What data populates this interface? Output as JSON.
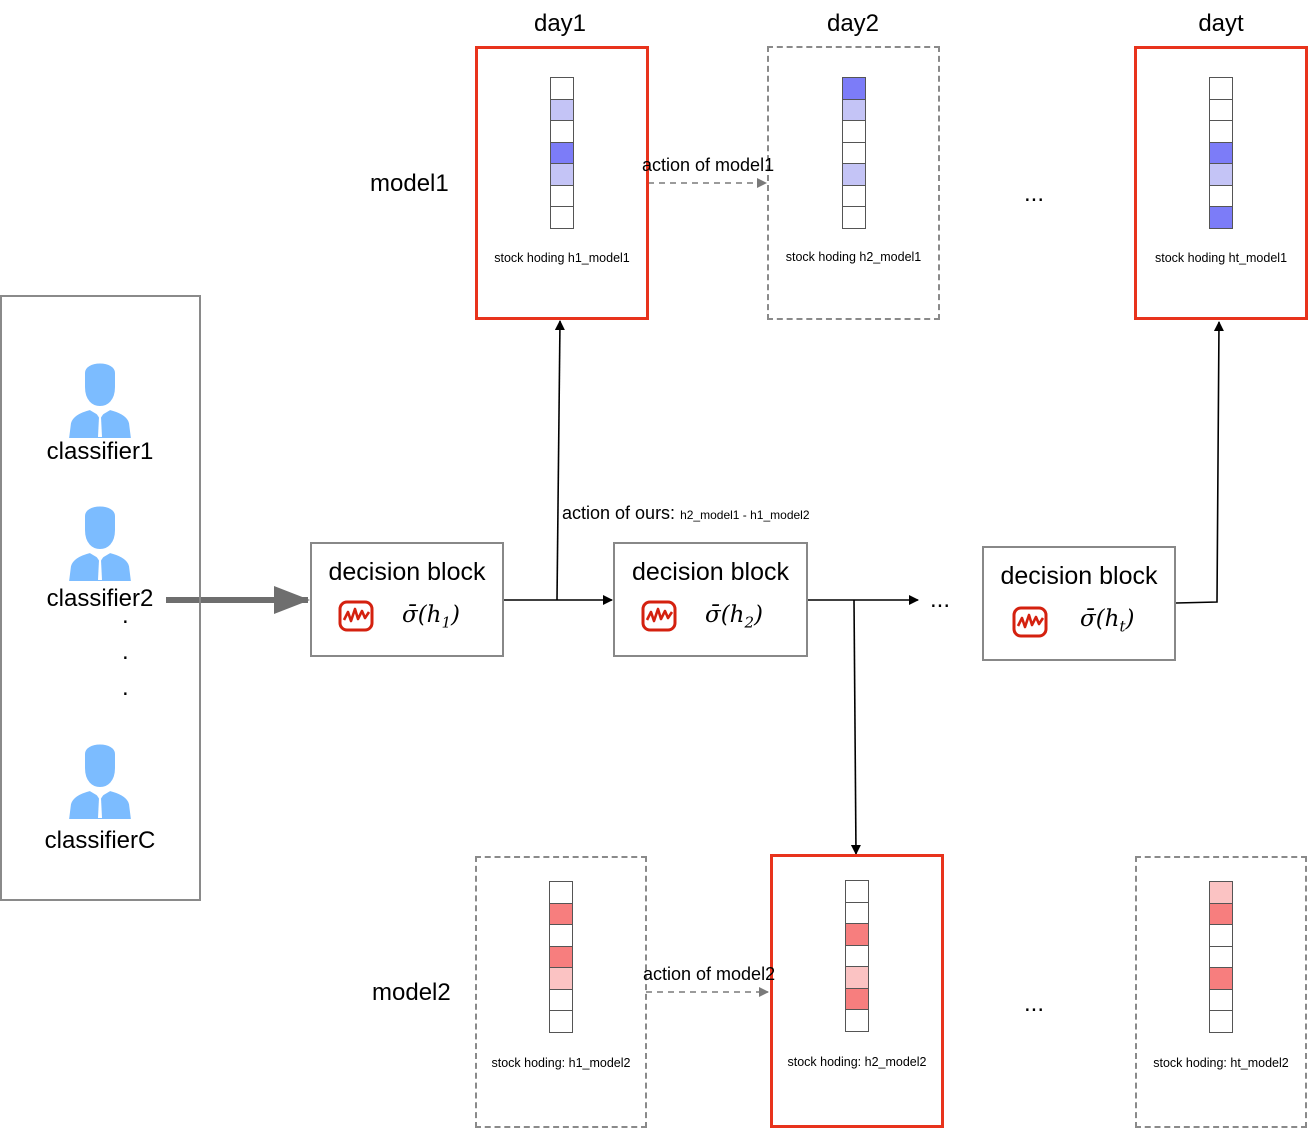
{
  "days": [
    "day1",
    "day2",
    "dayt"
  ],
  "models": [
    "model1",
    "model2"
  ],
  "ellipsis": "...",
  "colors": {
    "active_border": "#e8331c",
    "inactive_border": "#8a8a8a",
    "blue_dark": "#7c7cf8",
    "blue_light": "#c4c4f6",
    "red_dark": "#f77e7e",
    "red_light": "#fbc3c3",
    "person": "#7cbcff"
  },
  "model1_boxes": [
    {
      "caption": "stock hoding h1_model1",
      "active": true,
      "cells": [
        "empty",
        "light",
        "empty",
        "dark",
        "light",
        "empty",
        "empty"
      ]
    },
    {
      "caption": "stock hoding h2_model1",
      "active": false,
      "cells": [
        "dark",
        "light",
        "empty",
        "empty",
        "light",
        "empty",
        "empty"
      ]
    },
    {
      "caption": "stock hoding ht_model1",
      "active": true,
      "cells": [
        "empty",
        "empty",
        "empty",
        "dark",
        "light",
        "empty",
        "dark"
      ]
    }
  ],
  "model2_boxes": [
    {
      "caption": "stock hoding: h1_model2",
      "active": false,
      "cells": [
        "empty",
        "dark",
        "empty",
        "dark",
        "light",
        "empty",
        "empty"
      ]
    },
    {
      "caption": "stock hoding: h2_model2",
      "active": true,
      "cells": [
        "empty",
        "empty",
        "dark",
        "empty",
        "light",
        "dark",
        "empty"
      ]
    },
    {
      "caption": "stock hoding: ht_model2",
      "active": false,
      "cells": [
        "light",
        "dark",
        "empty",
        "empty",
        "dark",
        "empty",
        "empty"
      ]
    }
  ],
  "edges": {
    "action_model1": "action of model1",
    "action_model2": "action of model2",
    "action_ours": "action of ours:",
    "action_ours_formula": "h2_model1 - h1_model2"
  },
  "decision_blocks": [
    {
      "title": "decision block",
      "formula_base": "σ̄(h",
      "formula_sub": "1",
      "formula_end": ")"
    },
    {
      "title": "decision block",
      "formula_base": "σ̄(h",
      "formula_sub": "2",
      "formula_end": ")"
    },
    {
      "title": "decision block",
      "formula_base": "σ̄(h",
      "formula_sub": "t",
      "formula_end": ")"
    }
  ],
  "classifiers": [
    "classifier1",
    "classifier2",
    "classifierC"
  ],
  "vertical_dots": ".",
  "icons": {
    "person": "person-icon",
    "chart": "chart-icon"
  }
}
